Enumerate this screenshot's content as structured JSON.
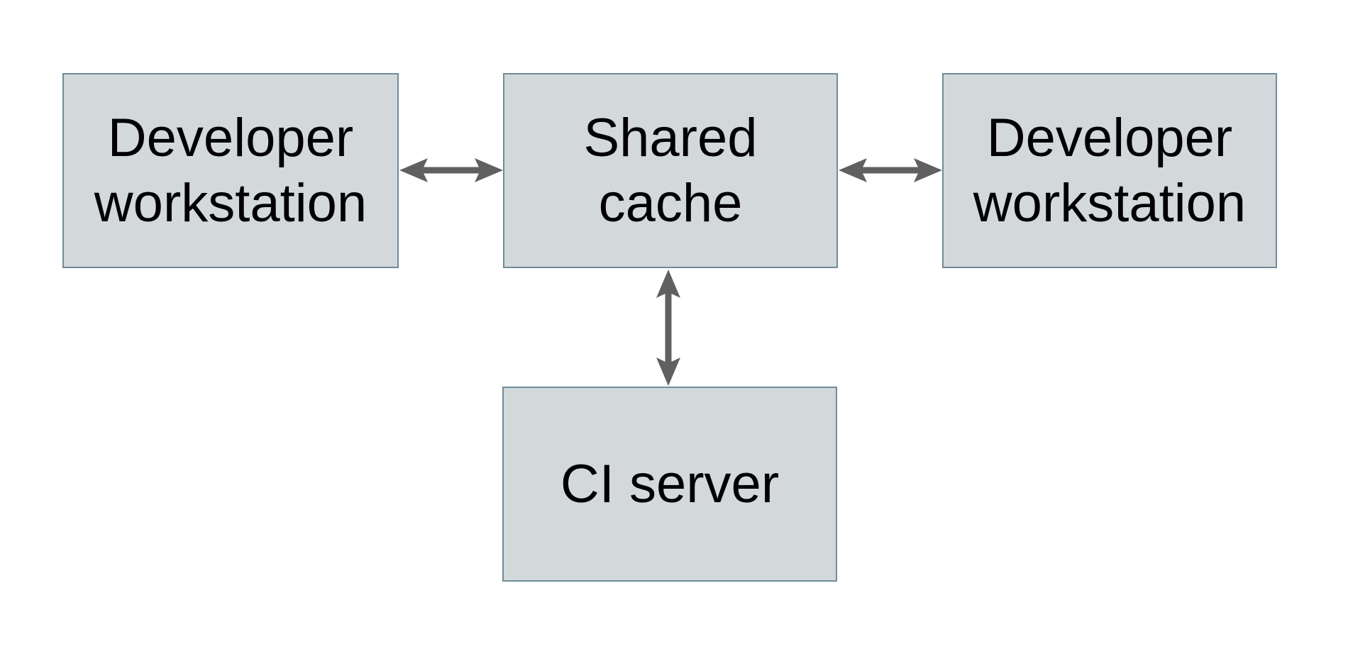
{
  "diagram": {
    "type": "architecture-diagram",
    "background_color": "#ffffff",
    "node_fill_color": "#d3d9db",
    "node_border_color": "#6e8c9a",
    "arrow_color": "#606060",
    "text_color": "#000000",
    "nodes": [
      {
        "id": "developer-workstation-left",
        "label": "Developer workstation",
        "lines": [
          "Developer",
          "workstation"
        ]
      },
      {
        "id": "shared-cache",
        "label": "Shared cache",
        "lines": [
          "Shared",
          "cache"
        ]
      },
      {
        "id": "developer-workstation-right",
        "label": "Developer workstation",
        "lines": [
          "Developer",
          "workstation"
        ]
      },
      {
        "id": "ci-server",
        "label": "CI server",
        "lines": [
          "CI server"
        ]
      }
    ],
    "edges": [
      {
        "from": "developer-workstation-left",
        "to": "shared-cache",
        "direction": "bidirectional"
      },
      {
        "from": "shared-cache",
        "to": "developer-workstation-right",
        "direction": "bidirectional"
      },
      {
        "from": "shared-cache",
        "to": "ci-server",
        "direction": "bidirectional"
      }
    ]
  }
}
